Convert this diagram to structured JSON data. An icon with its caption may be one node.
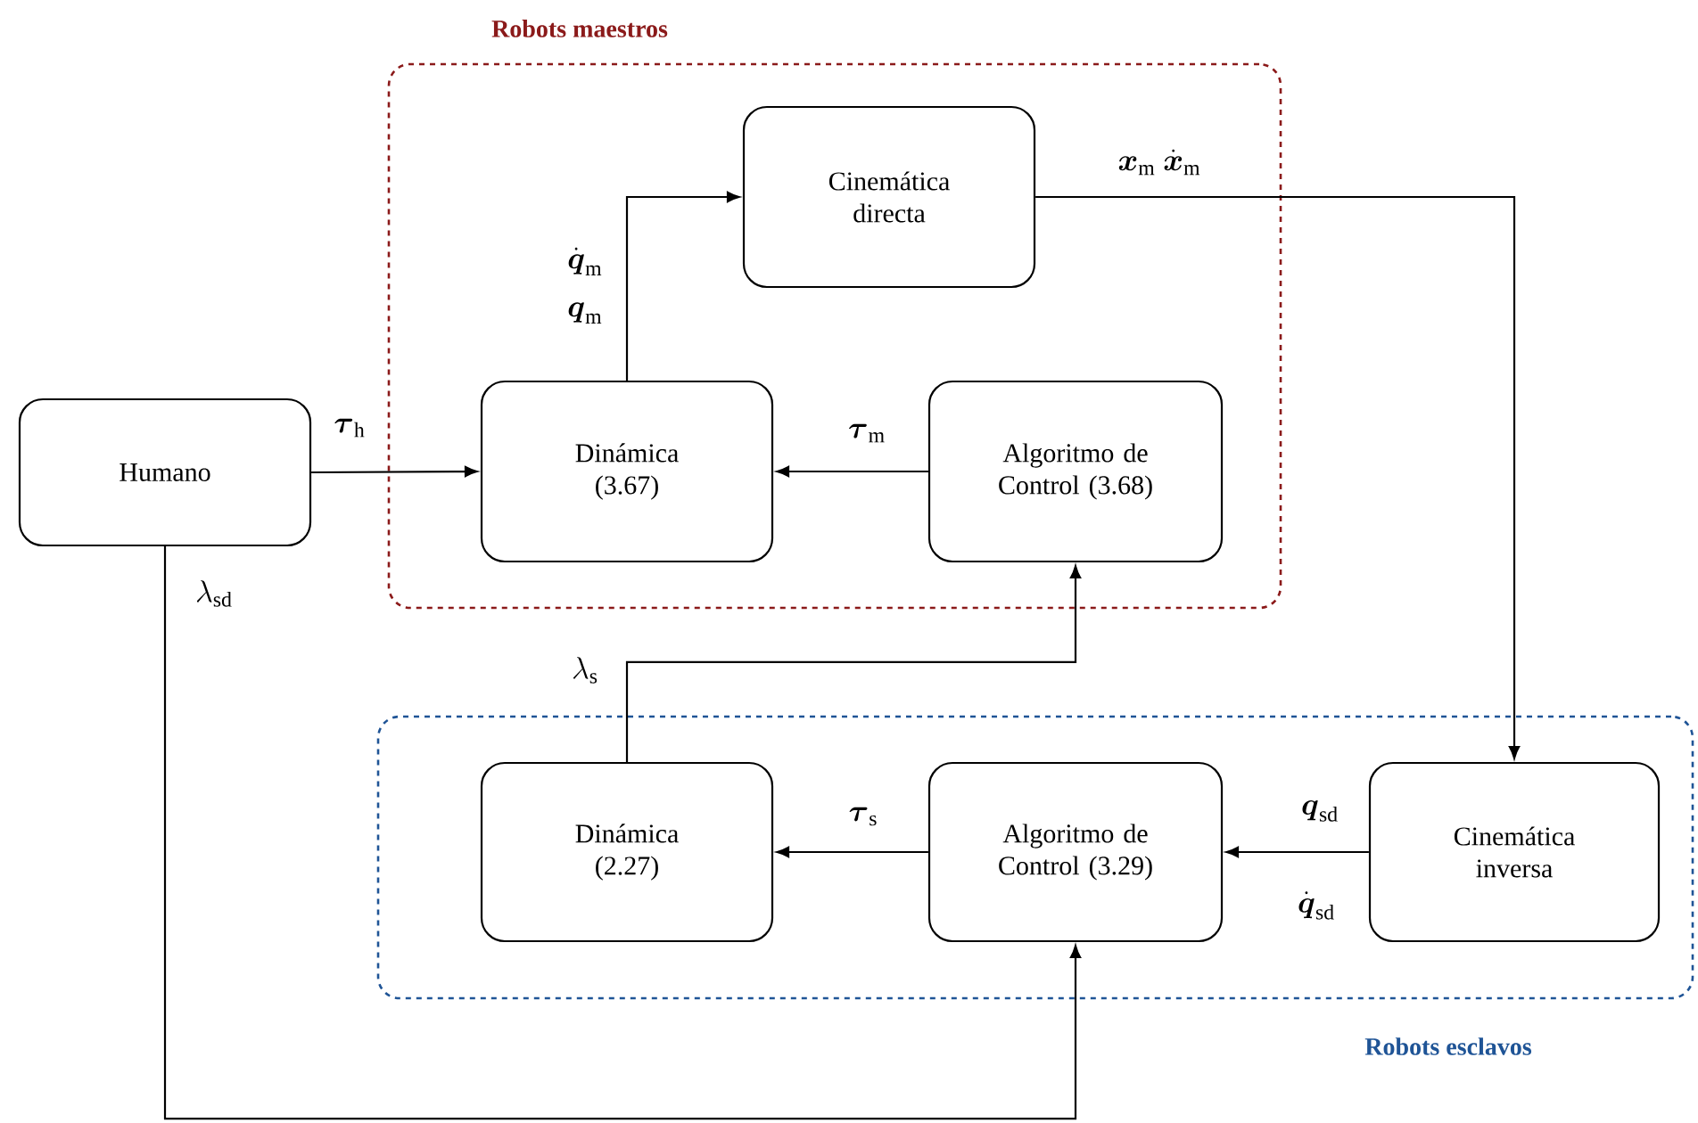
{
  "diagram": {
    "nodes": [
      {
        "text": [
          "Robots maestros"
        ]
      },
      {
        "text": [
          "Cinemática directa"
        ],
        "in": 0
      },
      {
        "text": [
          "Dinámica (3.67)"
        ],
        "in": 0
      },
      {
        "text": [
          "Algoritmo de Control (3.68)"
        ],
        "in": 0
      },
      {
        "text": [
          "Humano"
        ]
      },
      {
        "text": [
          "Robots esclavos"
        ]
      },
      {
        "text": [
          "Dinámica (2.27)"
        ],
        "in": 5
      },
      {
        "text": [
          "Algoritmo de Control (3.29)"
        ],
        "in": 5
      },
      {
        "text": [
          "Cinemática inversa"
        ],
        "in": 5
      }
    ],
    "edges": [
      {
        "from": 4,
        "to": 2,
        "arrow": "to",
        "label": "\\boldsymbol{\\tau}_\\mathrm{h}"
      },
      {
        "from": 2,
        "to": 1,
        "arrow": "to",
        "label": "\\begin{gathered}\\dot{\\boldsymbol{q}}_\\mathrm{m}\\\\[4pt] \\boldsymbol{q}_\\mathrm{m}\\end{gathered}"
      },
      {
        "from": 3,
        "to": 2,
        "arrow": "to",
        "label": "\\boldsymbol{\\tau}_\\mathrm{m}"
      },
      {
        "from": 1,
        "to": 8,
        "arrow": "to",
        "label": "\\boldsymbol{x}_\\mathrm{m}\\ \\dot{\\boldsymbol{x}}_\\mathrm{m}"
      },
      {
        "from": 8,
        "to": 7,
        "arrow": "to",
        "label": "\\boldsymbol{q}_\\mathrm{sd}"
      },
      {
        "from": 7,
        "to": 6,
        "arrow": "to",
        "label": "\\boldsymbol{\\tau}_\\mathrm{s}"
      },
      {
        "from": 6,
        "to": 3,
        "arrow": "to",
        "label": "\\lambda_\\mathrm{s}"
      },
      {
        "from": 4,
        "to": 7,
        "arrow": "to",
        "label": "\\lambda_\\mathrm{sd}"
      }
    ],
    "labels": [
      "\\dot{\\boldsymbol{q}}_\\mathrm{sd}"
    ]
  }
}
